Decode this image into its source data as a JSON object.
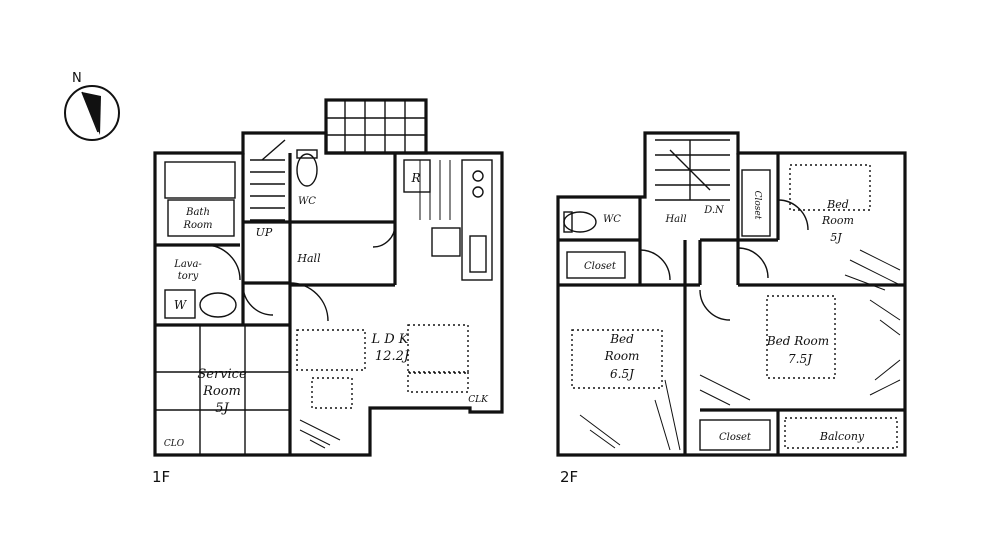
{
  "compass": {
    "north_label": "N",
    "icon": "north-arrow-icon"
  },
  "floor1": {
    "label": "1F",
    "rooms": {
      "bath_line1": "Bath",
      "bath_line2": "Room",
      "lavatory_line1": "Lava-",
      "lavatory_line2": "tory",
      "w_mark": "W",
      "wc": "WC",
      "up": "UP",
      "hall": "Hall",
      "r_mark": "R",
      "ldk_line1": "L D K",
      "ldk_line2": "12.2J",
      "service_line1": "Service",
      "service_line2": "Room",
      "service_line3": "5J",
      "clo": "CLO",
      "clk": "CLK"
    }
  },
  "floor2": {
    "label": "2F",
    "rooms": {
      "wc": "WC",
      "hall": "Hall",
      "dn": "D.N",
      "closet_vertical": "Closet",
      "bed_ne_line1": "Bed",
      "bed_ne_line2": "Room",
      "bed_ne_line3": "5J",
      "closet_west": "Closet",
      "bed_w_line1": "Bed",
      "bed_w_line2": "Room",
      "bed_w_line3": "6.5J",
      "bed_e_line1": "Bed Room",
      "bed_e_line2": "7.5J",
      "closet_south": "Closet",
      "balcony": "Balcony"
    }
  }
}
